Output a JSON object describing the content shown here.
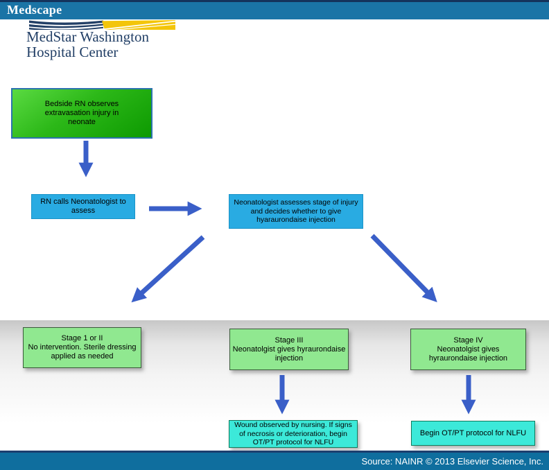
{
  "header": {
    "brand": "Medscape",
    "hospital_line1": "MedStar Washington",
    "hospital_line2": "Hospital Center"
  },
  "flowchart": {
    "nodes": {
      "start": {
        "text": "Bedside RN observes extravasation injury in neonate"
      },
      "rn_calls": {
        "text": "RN calls Neonatologist to assess"
      },
      "assess": {
        "text": "Neonatologist assesses stage of injury and decides whether to give hyaraurondaise injection"
      },
      "stage_1_2": {
        "title": "Stage 1 or II",
        "body": "No intervention. Sterile dressing applied as needed"
      },
      "stage_3": {
        "title": "Stage III",
        "body": "Neonatolgist gives hyraurondaise injection"
      },
      "stage_4": {
        "title": "Stage IV",
        "body": "Neonatolgist gives hyraurondaise injection"
      },
      "wound": {
        "text": "Wound observed by nursing. If signs of necrosis or deterioration, begin OT/PT protocol for NLFU"
      },
      "begin_otpt": {
        "text": "Begin OT/PT protocol for NLFU"
      }
    }
  },
  "footer": {
    "source": "Source: NAINR © 2013 Elsevier Science, Inc."
  },
  "colors": {
    "brand_bar": "#1a74a6",
    "brand_bar_top_line": "#14335c",
    "footer_bar": "#0f6e9e",
    "footer_line": "#1c3e6e",
    "navy_text": "#223f66",
    "yellow": "#f3c50a",
    "green_box_border": "#2c73ae",
    "blue_box": "#29abe2",
    "blue_box_border": "#1a93c8",
    "stage_green": "#90e890",
    "stage_border": "#3a5a3a",
    "cyan_box": "#3ce9d9",
    "cyan_border": "#0f7a5c",
    "arrow": "#3a5fc8"
  }
}
